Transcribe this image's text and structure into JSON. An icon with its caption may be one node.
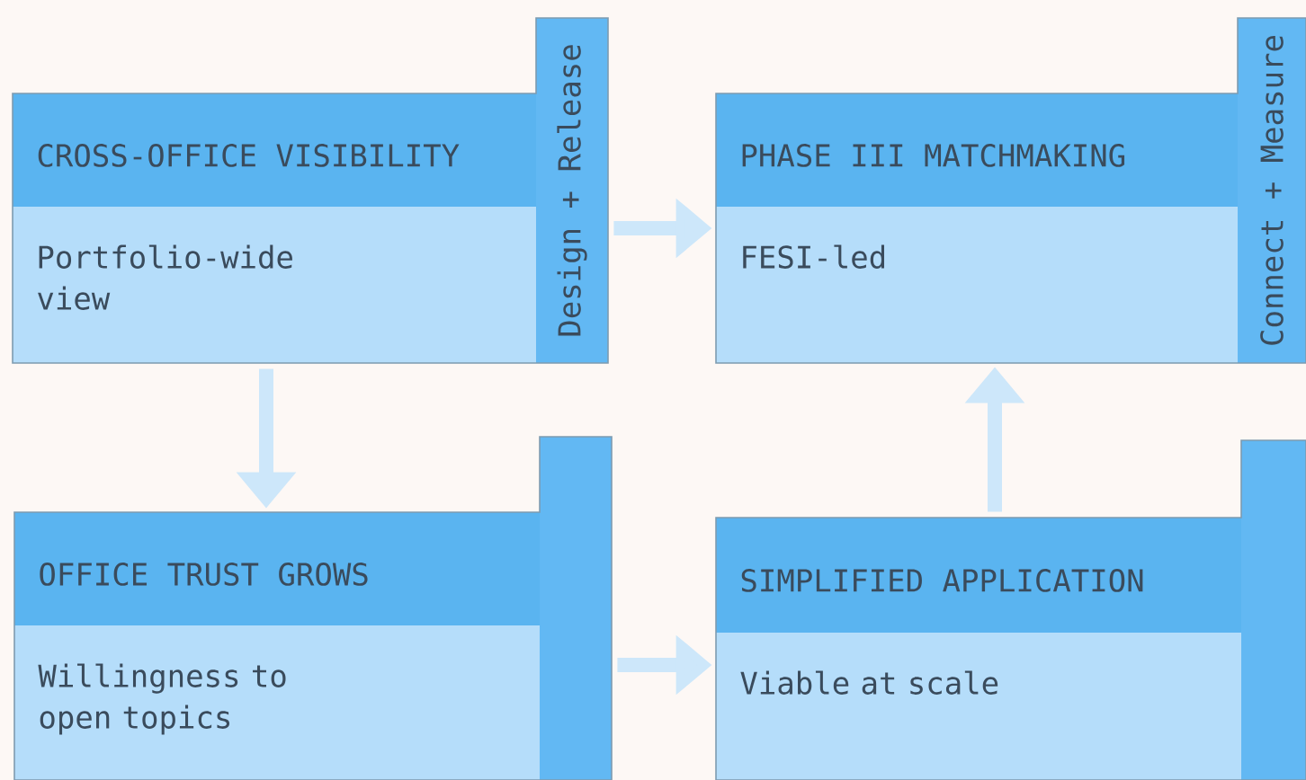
{
  "diagram": {
    "nodes": [
      {
        "text": [
          "CROSS-OFFICE VISIBILITY",
          "Portfolio-wide view",
          "Design + Release"
        ]
      },
      {
        "text": [
          "PHASE III  MATCHMAKING",
          "FESI-led",
          "Connect + Measure"
        ]
      },
      {
        "text": [
          "OFFICE TRUST GROWS",
          "Willingness to open topics"
        ]
      },
      {
        "text": [
          "SIMPLIFIED APPLICATION",
          "Viable at scale"
        ]
      }
    ],
    "edges": [
      {
        "from": 0,
        "to": 1,
        "arrow": "to"
      },
      {
        "from": 0,
        "to": 2,
        "arrow": "to"
      },
      {
        "from": 2,
        "to": 3,
        "arrow": "to"
      },
      {
        "from": 3,
        "to": 1,
        "arrow": "to"
      }
    ]
  }
}
